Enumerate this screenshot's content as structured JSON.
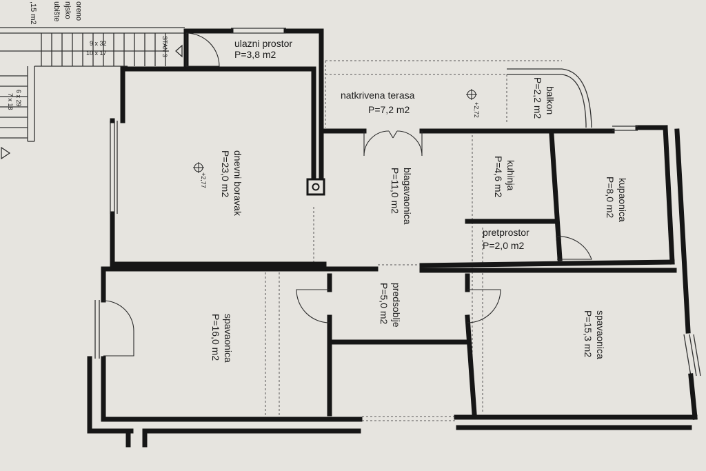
{
  "edge_notes": [
    "oreno",
    "njsko",
    "ubište",
    ",15 m2"
  ],
  "stairs": {
    "top_dim_1": "9 x 32",
    "top_dim_2": "10 x 17",
    "side_dim_1": "6 x 29",
    "side_dim_2": "7 x 18",
    "unit_label": "STAN 3"
  },
  "rooms": {
    "ulazni_prostor": {
      "name": "ulazni prostor",
      "area": "P=3,8 m2"
    },
    "natkrivena_terasa": {
      "name": "natkrivena terasa",
      "area": "P=7,2 m2"
    },
    "balkon": {
      "name": "balkon",
      "area": "P=2,2 m2"
    },
    "dnevni_boravak": {
      "name": "dnevni boravak",
      "area": "P=23,0 m2"
    },
    "blagavaonica": {
      "name": "blagavaonica",
      "area": "P=11,0 m2"
    },
    "kuhinja": {
      "name": "kuhinja",
      "area": "P=4,6 m2"
    },
    "kupaonica": {
      "name": "kupaonica",
      "area": "P=8,0 m2"
    },
    "pretprostor": {
      "name": "pretprostor",
      "area": "P=2,0 m2"
    },
    "predsoblje": {
      "name": "predsoblje",
      "area": "P=5,0 m2"
    },
    "spavaonica_left": {
      "name": "spavaonica",
      "area": "P=16,0 m2"
    },
    "spavaonica_right": {
      "name": "spavaonica",
      "area": "P=15,3 m2"
    }
  },
  "levels": {
    "terrace": "+2,72",
    "living": "+2,77"
  }
}
